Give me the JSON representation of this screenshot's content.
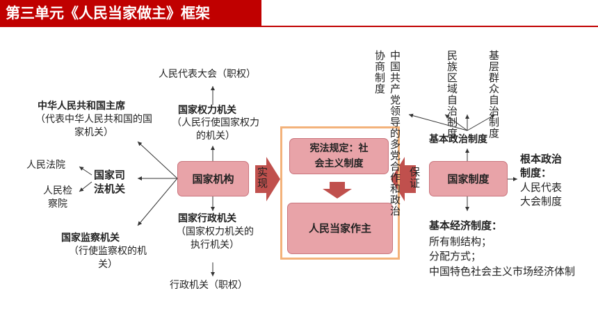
{
  "title": "第三单元《人民当家做主》框架",
  "left": {
    "state_organs": "国家机构",
    "power_organ": {
      "name": "国家权力机关",
      "desc": "（人民行使国家权力的机关）",
      "sub": "人民代表大会（职权）"
    },
    "admin_organ": {
      "name": "国家行政机关",
      "desc": "（国家权力机关的执行机关）",
      "sub": "行政机关（职权）"
    },
    "president": {
      "name": "中华人民共和国主席",
      "desc": "（代表中华人民共和国的国家机关）"
    },
    "judicial": {
      "name": "国家司法机关",
      "court": "人民法院",
      "procuratorate": "人民检察院"
    },
    "supervisory": {
      "name": "国家监察机关",
      "desc": "（行使监察权的机关）"
    },
    "realize": "实现"
  },
  "center": {
    "constitution": "宪法规定：社会主义制度",
    "people_master": "人民当家作主"
  },
  "right": {
    "state_system": "国家制度",
    "guarantee": "保证",
    "basic_political": "基本政治制度",
    "political_items": [
      "协商制度",
      "中国共产党领导的多党合作和政治",
      "民族区域自治制度",
      "基层群众自治制度"
    ],
    "fundamental": {
      "name": "根本政治制度：",
      "desc": "人民代表大会制度"
    },
    "economic": {
      "name": "基本经济制度：",
      "items": [
        "所有制结构；",
        "分配方式；",
        "中国特色社会主义市场经济体制"
      ]
    }
  },
  "colors": {
    "accent": "#c00000",
    "box": "#e8a3a8",
    "frame": "#f3b27a",
    "arrow": "#c0504d"
  }
}
